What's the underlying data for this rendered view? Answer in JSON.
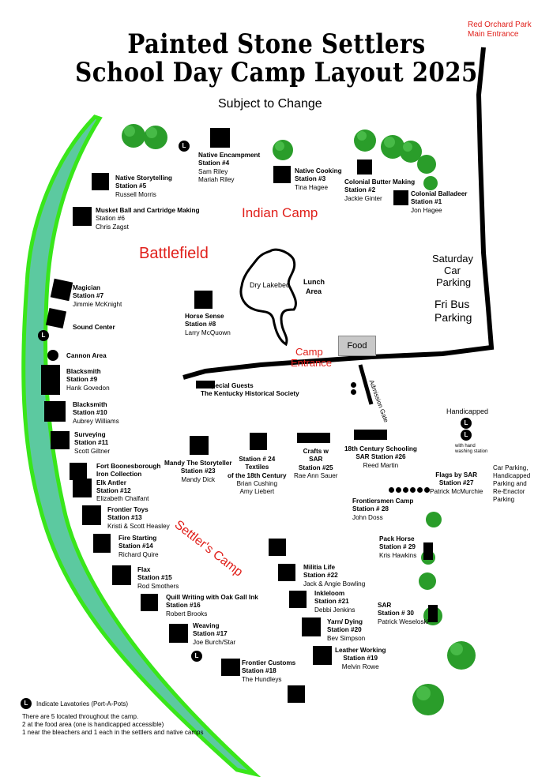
{
  "title_line1": "Painted Stone Settlers",
  "title_line2": "School Day Camp Layout 2025",
  "subtitle": "Subject to Change",
  "entrance": {
    "line1": "Red Orchard Park",
    "line2": "Main Entrance"
  },
  "areas": {
    "indian_camp": "Indian Camp",
    "battlefield": "Battlefield",
    "camp_entrance_1": "Camp",
    "camp_entrance_2": "Entrance",
    "settlers_camp": "Settler's Camp",
    "dry_lakebed": "Dry Lakebed",
    "lunch_1": "Lunch",
    "lunch_2": "Area",
    "saturday_1": "Saturday",
    "saturday_2": "Car",
    "saturday_3": "Parking",
    "fribus_1": "Fri Bus",
    "fribus_2": "Parking",
    "food": "Food",
    "admission": "Admission Gate",
    "handicapped": "Handicapped",
    "hand_wash_1": "with hand",
    "hand_wash_2": "washing station",
    "car_parking": [
      "Car Parking,",
      "Handicapped",
      "Parking and",
      "Re-Enactor",
      "Parking"
    ],
    "special_guests": "Special Guests",
    "kentucky_hist": "The Kentucky Historical Society",
    "sound_center": "Sound Center",
    "cannon_area": "Cannon Area"
  },
  "stations": {
    "s4": [
      "Native Encampment",
      "Station #4",
      "Sam Riley",
      "Mariah Riley"
    ],
    "s3": [
      "Native Cooking",
      "Station #3",
      "Tina Hagee"
    ],
    "s2": [
      "Colonial Butter Making",
      "Station #2",
      "Jackie Ginter"
    ],
    "s1": [
      "Colonial Balladeer",
      "Station #1",
      "Jon Hagee"
    ],
    "s5": [
      "Native Storytelling",
      "Station #5",
      "Russell Morris"
    ],
    "s6": [
      "Musket Ball and Cartridge Making",
      "Station #6",
      "Chris Zagst"
    ],
    "s7": [
      "Magician",
      "Station #7",
      "Jimmie McKnight"
    ],
    "s8": [
      "Horse Sense",
      "Station #8",
      "Larry McQuown"
    ],
    "s9": [
      "Blacksmith",
      "Station #9",
      "Hank Govedon"
    ],
    "s10": [
      "Blacksmith",
      "Station #10",
      "Aubrey Williams"
    ],
    "s11": [
      "Surveying",
      "Station #11",
      "Scott Giltner"
    ],
    "s12": [
      "Fort Boonesborough",
      "Iron Collection",
      "Elk Antler",
      "Station #12",
      "Elizabeth Chalfant"
    ],
    "s23": [
      "Mandy The Storyteller",
      "Station #23",
      "Mandy Dick"
    ],
    "s24": [
      "Station # 24",
      "Textiles",
      "of the 18th Century",
      "Brian Cushing",
      "Amy Liebert"
    ],
    "s25": [
      "Crafts w",
      "SAR",
      "Station #25",
      "Rae Ann Sauer"
    ],
    "s26": [
      "18th Century Schooling",
      "SAR Station #26",
      "Reed Martin"
    ],
    "s27": [
      "Flags  by SAR",
      "Station #27",
      "Patrick McMurchie"
    ],
    "s28": [
      "Frontiersmen Camp",
      "Station # 28",
      "John Doss"
    ],
    "s13": [
      "Frontier Toys",
      "Station #13",
      "Kristi & Scott Heasley"
    ],
    "s14": [
      "Fire Starting",
      "Station #14",
      "Richard Quire"
    ],
    "s15": [
      "Flax",
      "Station #15",
      "Rod Smothers"
    ],
    "s16": [
      "Quill Writing with Oak Gall Ink",
      "Station #16",
      "Robert Brooks"
    ],
    "s17": [
      "Weaving",
      "Station #17",
      "Joe Burch/Star"
    ],
    "s18": [
      "Frontier Customs",
      "Station #18",
      "The Hundleys"
    ],
    "s22": [
      "Militia Life",
      "Station #22",
      "Jack & Angie Bowling"
    ],
    "s21": [
      "Inkleloom",
      "Station #21",
      "Debbi Jenkins"
    ],
    "s20": [
      "Yarn/ Dying",
      "Station #20",
      "Bev Simpson"
    ],
    "s19": [
      "Leather Working",
      "Station #19",
      "Melvin Rowe"
    ],
    "s29": [
      "Pack Horse",
      "Station # 29",
      "Kris Hawkins"
    ],
    "s30": [
      "SAR",
      "Station # 30",
      "Patrick Weseloski"
    ]
  },
  "lavatory_letter": "L",
  "legend": {
    "title": "Indicate Lavatories (Port-A-Pots)",
    "line1": "There are 5 located throughout the camp.",
    "line2": "2 at the food area (one is handicapped accessible)",
    "line3": "1 near the bleachers and 1 each in the settlers and native camps"
  },
  "colors": {
    "river_fill": "#5cc9a0",
    "river_edge": "#39e61a",
    "tree": "#2a9d2a",
    "red": "#e0201b"
  }
}
